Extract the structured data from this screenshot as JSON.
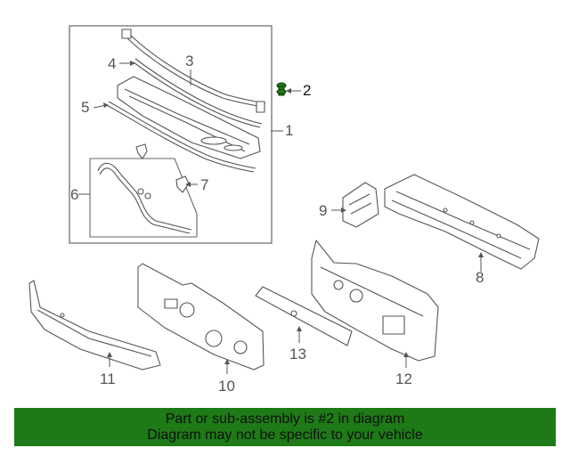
{
  "diagram": {
    "callouts": [
      "1",
      "2",
      "3",
      "4",
      "5",
      "6",
      "7",
      "8",
      "9",
      "10",
      "11",
      "12",
      "13"
    ],
    "highlighted_part": "2",
    "highlight_color": "#1e7a17"
  },
  "banner": {
    "line1": "Part or sub-assembly is #2 in diagram",
    "line2": "Diagram may not be specific to your vehicle",
    "background": "#1e7a17"
  }
}
